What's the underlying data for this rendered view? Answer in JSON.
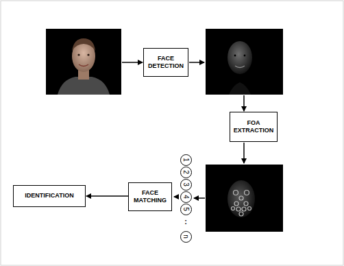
{
  "diagram": {
    "nodes": [
      {
        "text": [
          "FACE DETECTION"
        ]
      },
      {
        "text": [
          "FOA EXTRACTION"
        ]
      },
      {
        "text": [
          "1"
        ]
      },
      {
        "text": [
          "2"
        ]
      },
      {
        "text": [
          "3"
        ]
      },
      {
        "text": [
          "4"
        ]
      },
      {
        "text": [
          "5"
        ]
      },
      {
        "text": [
          "n"
        ]
      },
      {
        "text": [
          "FACE MATCHING"
        ]
      },
      {
        "text": [
          "IDENTIFICATION"
        ]
      }
    ],
    "edges": [
      {
        "from": 8,
        "to": 9,
        "arrow": "to"
      }
    ],
    "labels": [
      ":"
    ]
  }
}
